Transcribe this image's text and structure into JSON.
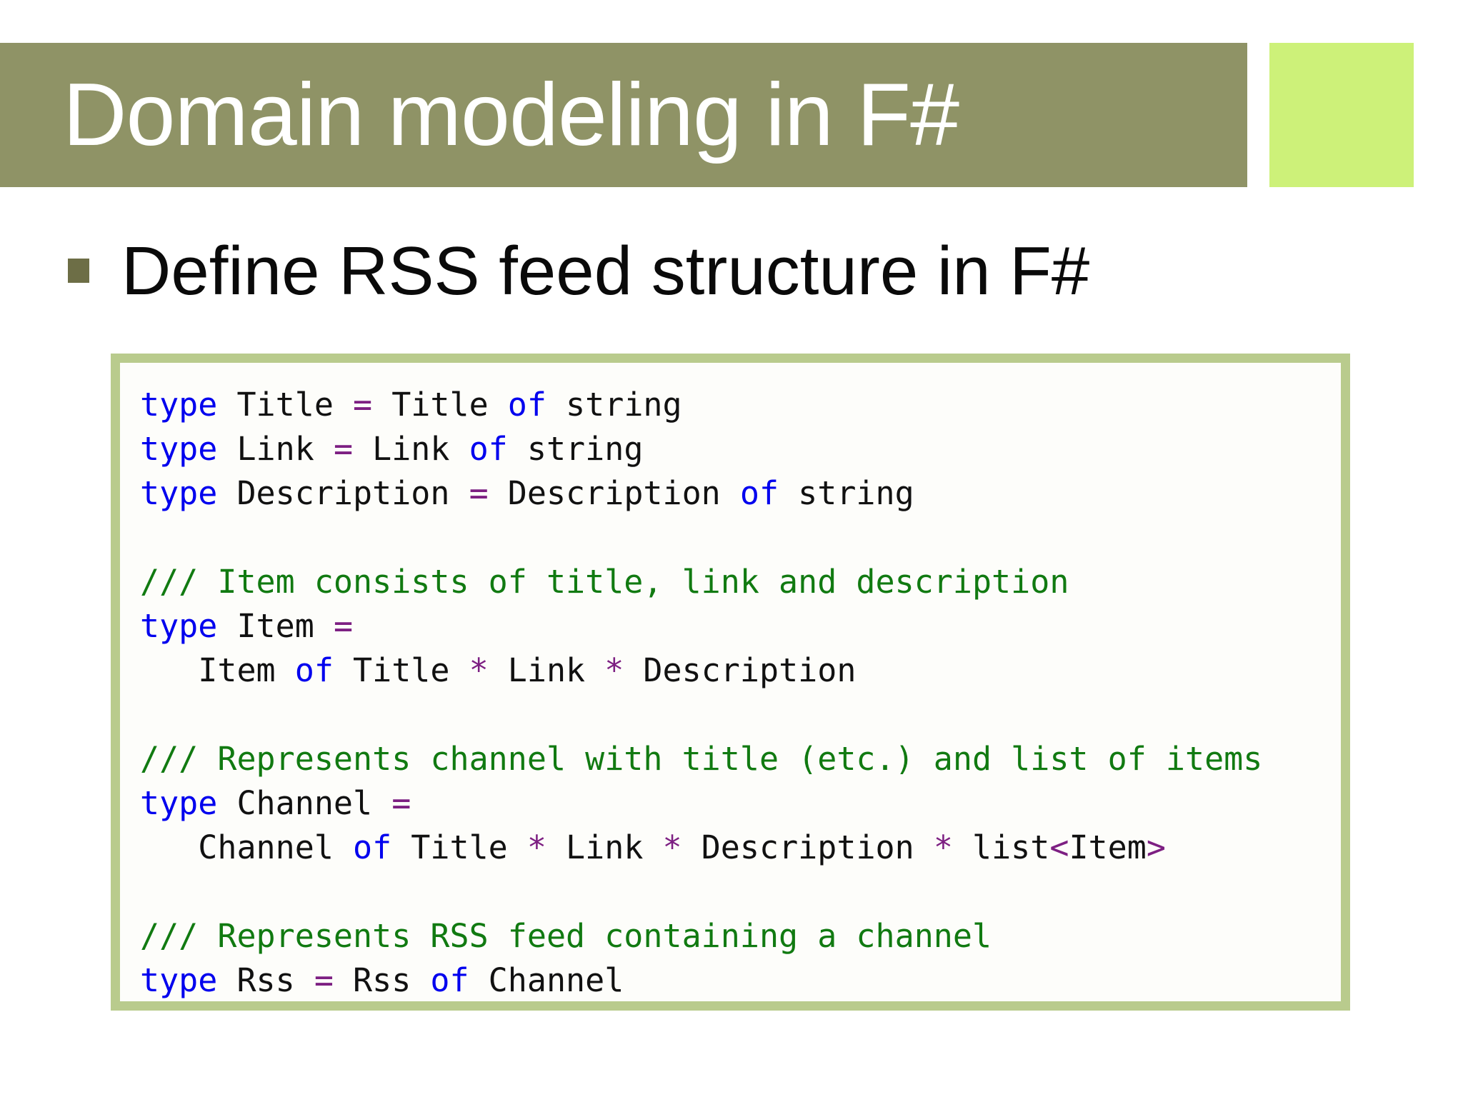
{
  "slide": {
    "title": "Domain modeling in F#",
    "bullet": "Define RSS feed structure in F#",
    "colors": {
      "title_band": "#8f9366",
      "accent_square": "#cdf179",
      "code_border": "#b9cb8d",
      "code_background": "#fdfdfa",
      "keyword": "#0000ee",
      "operator": "#7d1f82",
      "comment": "#117a11",
      "identifier": "#111111",
      "bullet_marker": "#6d6e46",
      "title_text": "#ffffff"
    }
  },
  "code": {
    "language": "F#",
    "lines": [
      [
        {
          "t": "type",
          "c": "kw"
        },
        {
          "t": " Title ",
          "c": "id"
        },
        {
          "t": "=",
          "c": "op"
        },
        {
          "t": " Title ",
          "c": "id"
        },
        {
          "t": "of",
          "c": "kw"
        },
        {
          "t": " string",
          "c": "id"
        }
      ],
      [
        {
          "t": "type",
          "c": "kw"
        },
        {
          "t": " Link ",
          "c": "id"
        },
        {
          "t": "=",
          "c": "op"
        },
        {
          "t": " Link ",
          "c": "id"
        },
        {
          "t": "of",
          "c": "kw"
        },
        {
          "t": " string",
          "c": "id"
        }
      ],
      [
        {
          "t": "type",
          "c": "kw"
        },
        {
          "t": " Description ",
          "c": "id"
        },
        {
          "t": "=",
          "c": "op"
        },
        {
          "t": " Description ",
          "c": "id"
        },
        {
          "t": "of",
          "c": "kw"
        },
        {
          "t": " string",
          "c": "id"
        }
      ],
      [],
      [
        {
          "t": "/// Item consists of title, link and description",
          "c": "cm"
        }
      ],
      [
        {
          "t": "type",
          "c": "kw"
        },
        {
          "t": " Item ",
          "c": "id"
        },
        {
          "t": "=",
          "c": "op"
        }
      ],
      [
        {
          "t": "   Item ",
          "c": "id"
        },
        {
          "t": "of",
          "c": "kw"
        },
        {
          "t": " Title ",
          "c": "id"
        },
        {
          "t": "*",
          "c": "op"
        },
        {
          "t": " Link ",
          "c": "id"
        },
        {
          "t": "*",
          "c": "op"
        },
        {
          "t": " Description",
          "c": "id"
        }
      ],
      [],
      [
        {
          "t": "/// Represents channel with title (etc.) and list of items",
          "c": "cm"
        }
      ],
      [
        {
          "t": "type",
          "c": "kw"
        },
        {
          "t": " Channel ",
          "c": "id"
        },
        {
          "t": "=",
          "c": "op"
        }
      ],
      [
        {
          "t": "   Channel ",
          "c": "id"
        },
        {
          "t": "of",
          "c": "kw"
        },
        {
          "t": " Title ",
          "c": "id"
        },
        {
          "t": "*",
          "c": "op"
        },
        {
          "t": " Link ",
          "c": "id"
        },
        {
          "t": "*",
          "c": "op"
        },
        {
          "t": " Description ",
          "c": "id"
        },
        {
          "t": "*",
          "c": "op"
        },
        {
          "t": " list",
          "c": "id"
        },
        {
          "t": "<",
          "c": "op"
        },
        {
          "t": "Item",
          "c": "id"
        },
        {
          "t": ">",
          "c": "op"
        }
      ],
      [],
      [
        {
          "t": "/// Represents RSS feed containing a channel",
          "c": "cm"
        }
      ],
      [
        {
          "t": "type",
          "c": "kw"
        },
        {
          "t": " Rss ",
          "c": "id"
        },
        {
          "t": "=",
          "c": "op"
        },
        {
          "t": " Rss ",
          "c": "id"
        },
        {
          "t": "of",
          "c": "kw"
        },
        {
          "t": " Channel",
          "c": "id"
        }
      ]
    ]
  }
}
